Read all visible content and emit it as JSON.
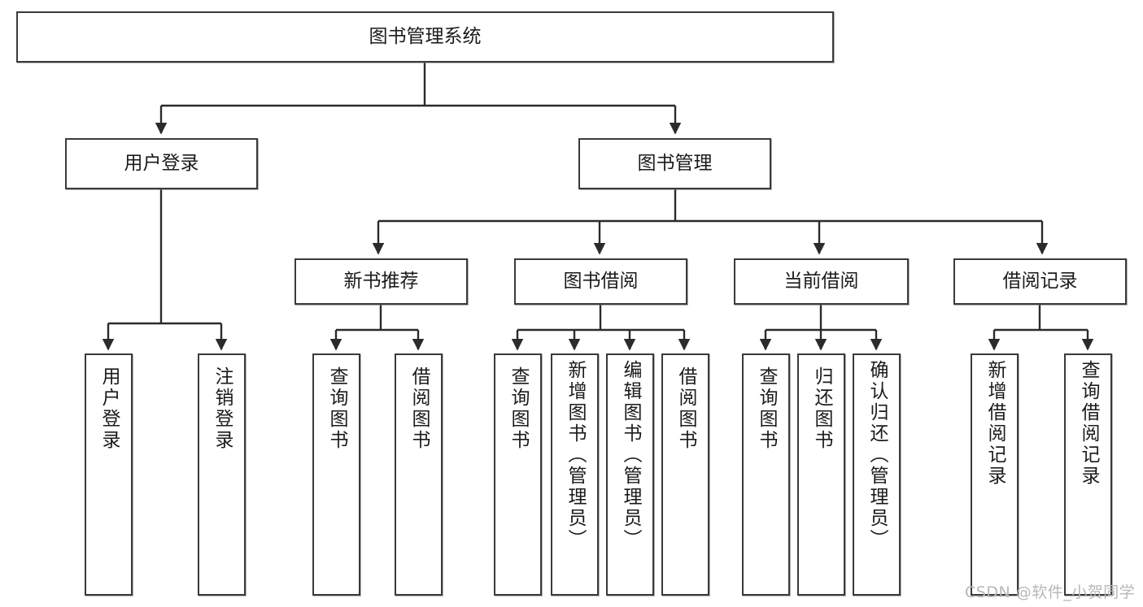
{
  "diagram": {
    "type": "tree-hierarchy",
    "title": "图书管理系统",
    "orientation": "top-down",
    "edge_style": "orthogonal-arrow",
    "colors": {
      "box_border": "#3a3a3a",
      "box_fill": "#ffffff",
      "edge": "#2b2b2b",
      "text": "#1b1b1b",
      "watermark": "#b7b7b7"
    },
    "nodes": {
      "root": {
        "id": "root",
        "label": "图书管理系统",
        "level": 0,
        "orientation": "horizontal"
      },
      "level1": [
        {
          "id": "user-login",
          "label": "用户登录",
          "parent": "root",
          "orientation": "horizontal"
        },
        {
          "id": "book-manage",
          "label": "图书管理",
          "parent": "root",
          "orientation": "horizontal"
        }
      ],
      "level2": [
        {
          "id": "new-book-recommend",
          "label": "新书推荐",
          "parent": "book-manage",
          "orientation": "horizontal"
        },
        {
          "id": "book-borrow",
          "label": "图书借阅",
          "parent": "book-manage",
          "orientation": "horizontal"
        },
        {
          "id": "current-borrow",
          "label": "当前借阅",
          "parent": "book-manage",
          "orientation": "horizontal"
        },
        {
          "id": "borrow-record",
          "label": "借阅记录",
          "parent": "book-manage",
          "orientation": "horizontal"
        }
      ],
      "leaves": [
        {
          "id": "leaf-user-login",
          "label": "用户登录",
          "parent": "user-login",
          "orientation": "vertical"
        },
        {
          "id": "leaf-user-logout",
          "label": "注销登录",
          "parent": "user-login",
          "orientation": "vertical"
        },
        {
          "id": "leaf-query-book-1",
          "label": "查询图书",
          "parent": "new-book-recommend",
          "orientation": "vertical"
        },
        {
          "id": "leaf-borrow-book-1",
          "label": "借阅图书",
          "parent": "new-book-recommend",
          "orientation": "vertical"
        },
        {
          "id": "leaf-query-book-2",
          "label": "查询图书",
          "parent": "book-borrow",
          "orientation": "vertical"
        },
        {
          "id": "leaf-add-book",
          "label": "新增图书（管理员）",
          "parent": "book-borrow",
          "orientation": "vertical"
        },
        {
          "id": "leaf-edit-book",
          "label": "编辑图书（管理员）",
          "parent": "book-borrow",
          "orientation": "vertical"
        },
        {
          "id": "leaf-borrow-book-2",
          "label": "借阅图书",
          "parent": "book-borrow",
          "orientation": "vertical"
        },
        {
          "id": "leaf-query-book-3",
          "label": "查询图书",
          "parent": "current-borrow",
          "orientation": "vertical"
        },
        {
          "id": "leaf-return-book",
          "label": "归还图书",
          "parent": "current-borrow",
          "orientation": "vertical"
        },
        {
          "id": "leaf-confirm-return",
          "label": "确认归还（管理员）",
          "parent": "current-borrow",
          "orientation": "vertical"
        },
        {
          "id": "leaf-add-record",
          "label": "新增借阅记录",
          "parent": "borrow-record",
          "orientation": "vertical"
        },
        {
          "id": "leaf-query-record",
          "label": "查询借阅记录",
          "parent": "borrow-record",
          "orientation": "vertical"
        }
      ]
    },
    "watermark": "CSDN @软件_小贺同学"
  }
}
